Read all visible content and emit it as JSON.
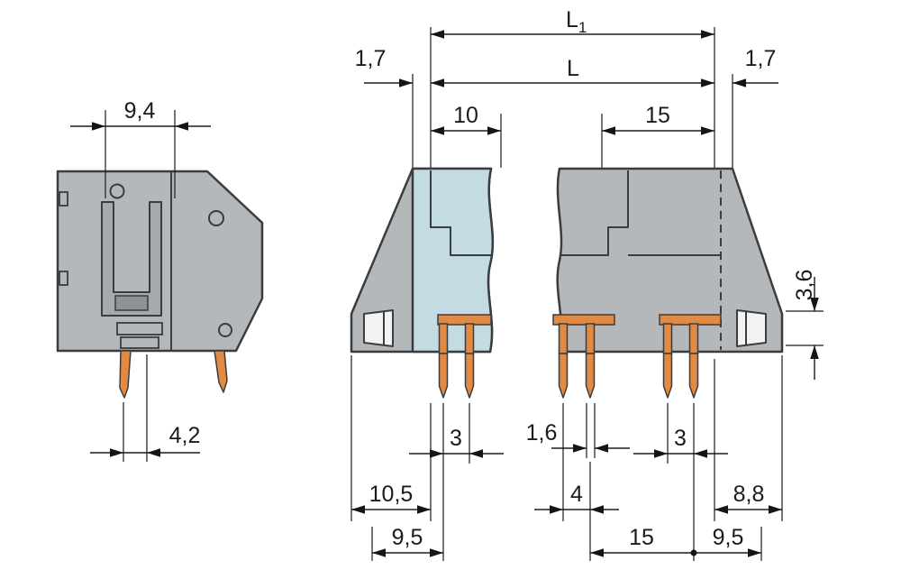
{
  "drawing": {
    "title": "terminal-block-dimension-drawing",
    "colors": {
      "body_gray": "#b5b8ba",
      "highlight_blue": "#c4dbe3",
      "pin_orange": "#e08a43",
      "clamp_gray": "#a7aaad",
      "clamp_dark": "#8f9295",
      "line_dark": "#3a3d3f",
      "dim_color": "#1b1b1b"
    },
    "dims": {
      "side_width": "9,4",
      "side_pin_offset": "4,2",
      "l1_base": "L",
      "l1_sub": "1",
      "l": "L",
      "margin_left": "1,7",
      "margin_right": "1,7",
      "pitch_10": "10",
      "pitch_15_top": "15",
      "clamp_height": "3,6",
      "pin_spacing_left": "3",
      "pin_width": "1,6",
      "pin_spacing_mid": "4",
      "pitch_15_bottom": "15",
      "pin_spacing_right": "3",
      "edge_offset_105": "10,5",
      "edge_offset_95_left": "9,5",
      "edge_offset_88": "8,8",
      "edge_offset_95_right": "9,5"
    }
  }
}
